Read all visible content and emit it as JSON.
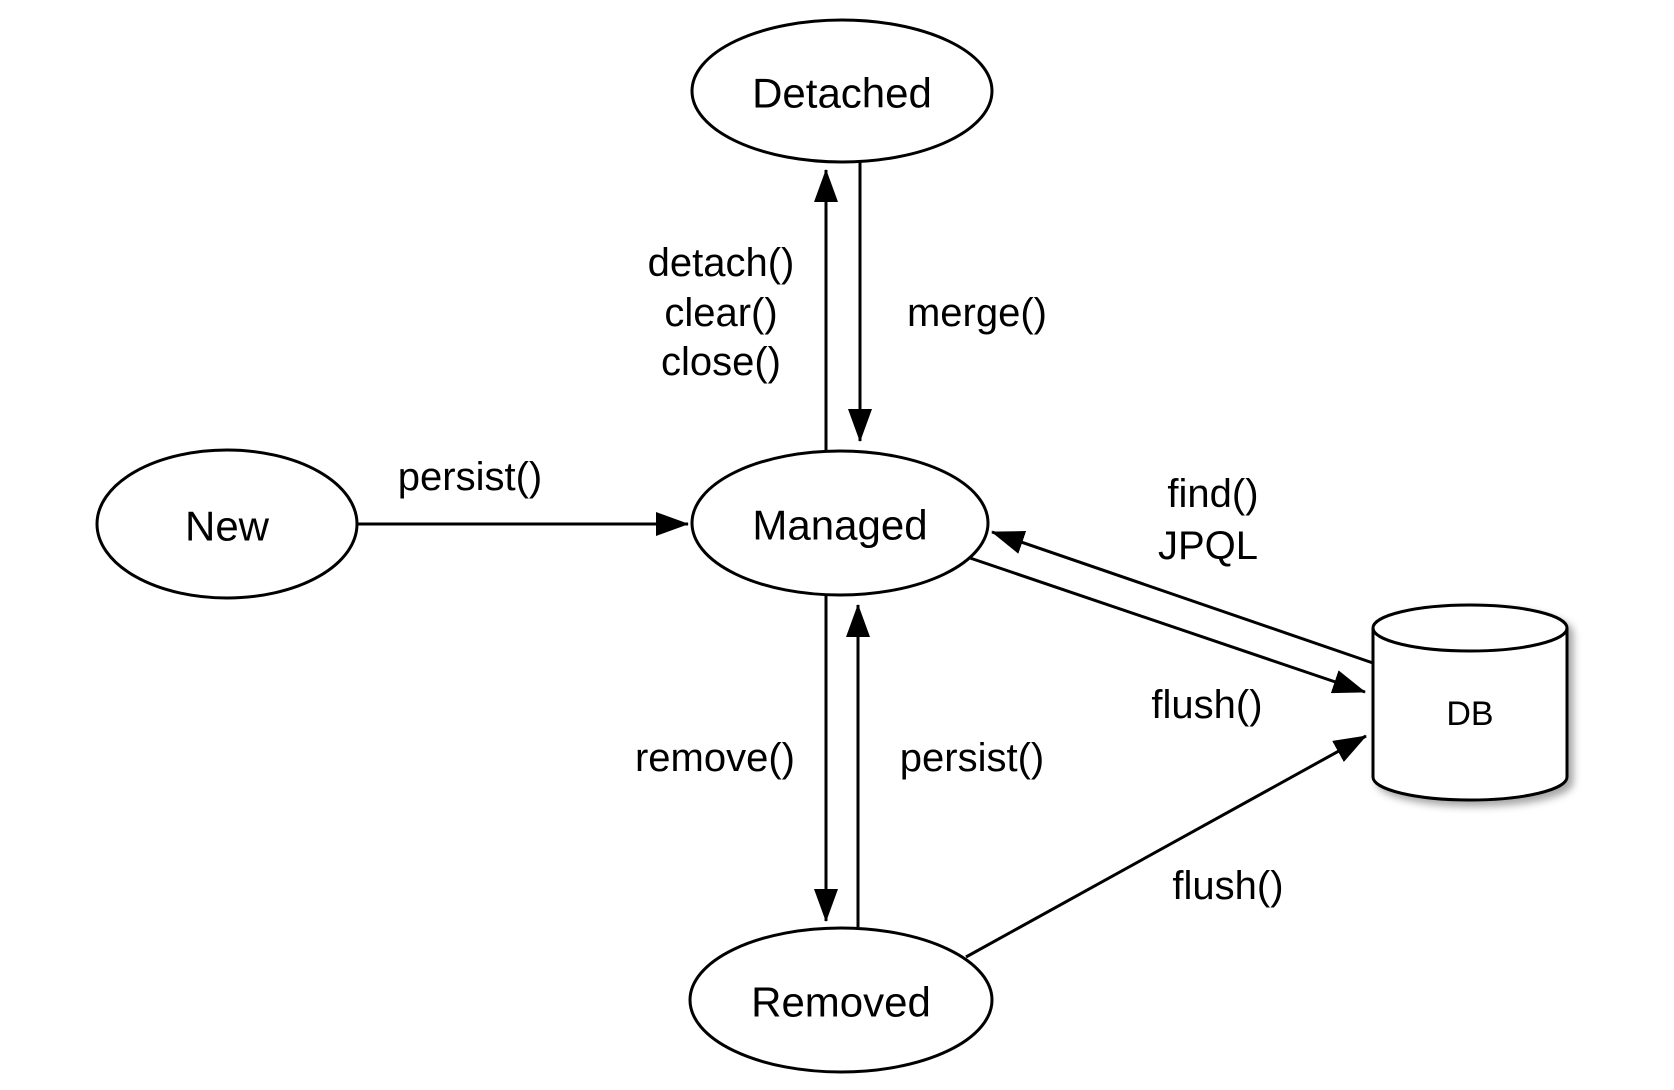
{
  "diagram": {
    "title": "JPA entity lifecycle state diagram",
    "colors": {
      "background": "#ffffff",
      "stroke": "#000000",
      "text": "#000000"
    },
    "nodes": {
      "detached": {
        "label": "Detached"
      },
      "new": {
        "label": "New"
      },
      "managed": {
        "label": "Managed"
      },
      "removed": {
        "label": "Removed"
      },
      "db": {
        "label": "DB"
      }
    },
    "edges": {
      "persist_new": {
        "label": "persist()"
      },
      "detach": {
        "lines": [
          "detach()",
          "clear()",
          "close()"
        ]
      },
      "merge": {
        "label": "merge()"
      },
      "remove": {
        "label": "remove()"
      },
      "persist_removed": {
        "label": "persist()"
      },
      "find": {
        "lines": [
          "find()",
          "JPQL"
        ]
      },
      "flush_managed": {
        "label": "flush()"
      },
      "flush_removed": {
        "label": "flush()"
      }
    }
  }
}
